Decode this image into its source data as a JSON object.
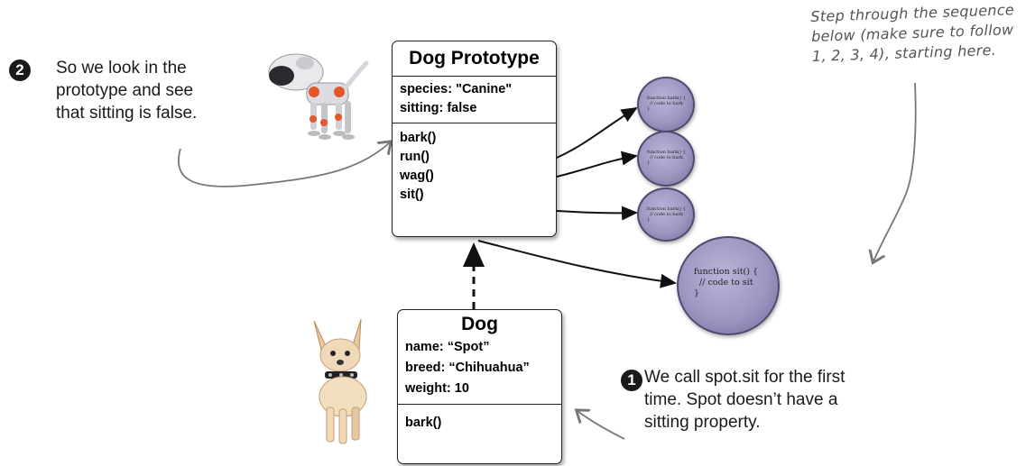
{
  "prototype_box": {
    "title": "Dog Prototype",
    "properties": [
      "species: \"Canine\"",
      "sitting: false"
    ],
    "methods": [
      "bark()",
      "run()",
      "wag()",
      "sit()"
    ]
  },
  "dog_box": {
    "title": "Dog",
    "properties": [
      "name: “Spot”",
      "breed: “Chihuahua”",
      "weight: 10"
    ],
    "methods": [
      "bark()"
    ]
  },
  "callouts": [
    {
      "number": "2",
      "lines": [
        "So we look in the",
        "prototype and see",
        "that sitting is false."
      ]
    },
    {
      "number": "1",
      "lines": [
        "We call spot.sit for the first",
        "time. Spot doesn’t have a",
        "sitting property."
      ]
    }
  ],
  "handwritten_note": {
    "lines": [
      "Step through the sequence",
      "below (make sure to follow",
      "1, 2, 3, 4), starting here."
    ]
  },
  "function_blobs": [
    {
      "lines": [
        "function bark() {",
        "  // code to bark",
        "}"
      ]
    },
    {
      "lines": [
        "function bark() {",
        "  // code to bark",
        "}"
      ]
    },
    {
      "lines": [
        "function bark() {",
        "  // code to bark",
        "}"
      ]
    },
    {
      "lines": [
        "function sit() {",
        "  // code to sit",
        "}"
      ]
    }
  ],
  "colors": {
    "box_border": "#222222",
    "badge": "#1a1a1a",
    "blob_fill": "#9c97c1",
    "hand_arrow": "#777777"
  },
  "icons": [
    "robot-dog-image",
    "chihuahua-image"
  ]
}
